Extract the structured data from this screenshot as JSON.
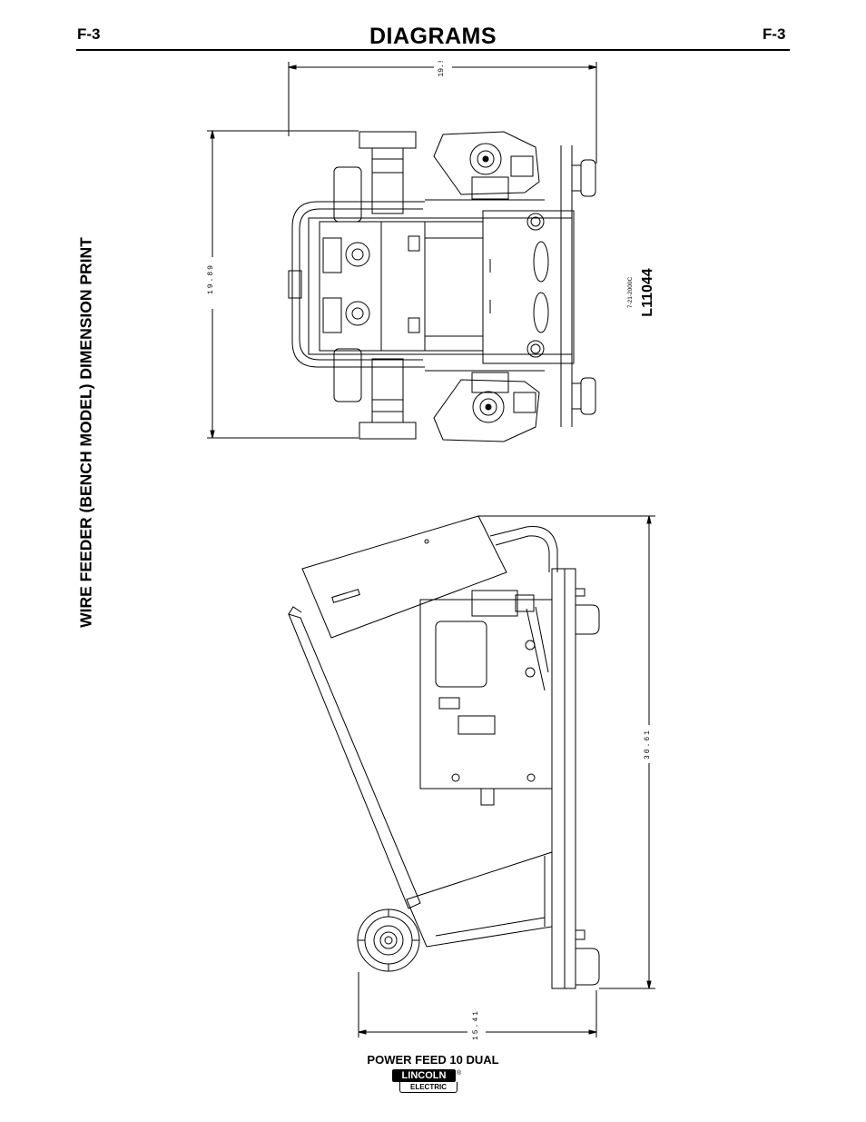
{
  "header": {
    "section_left": "F-3",
    "title": "DIAGRAMS",
    "section_right": "F-3"
  },
  "side_title": "WIRE FEEDER (BENCH MODEL) DIMENSION PRINT",
  "drawing": {
    "number": "L11044",
    "date_code": "7-21-2000C",
    "dimensions": {
      "top_width": "19.!",
      "top_height": "19.89",
      "side_height": "30.61",
      "side_depth": "15.41"
    }
  },
  "footer": {
    "model": "POWER FEED 10 DUAL",
    "logo_top": "LINCOLN",
    "logo_reg": "®",
    "logo_bottom": "ELECTRIC"
  }
}
